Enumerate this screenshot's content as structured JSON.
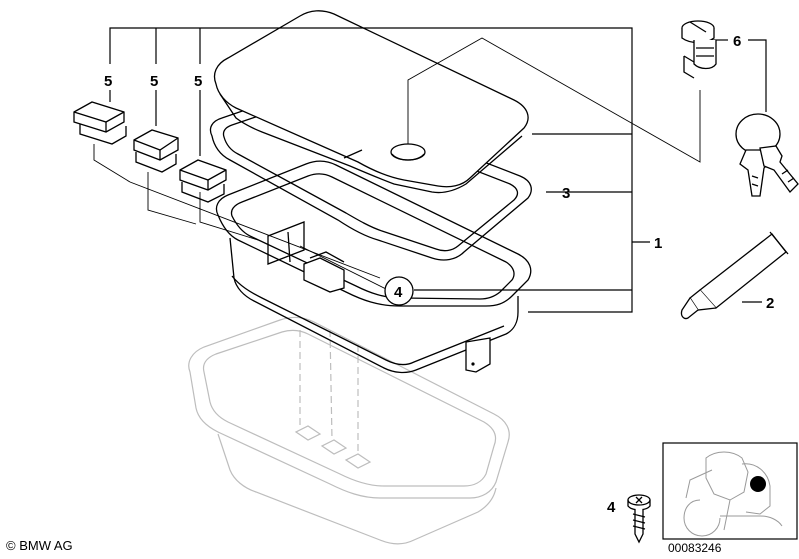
{
  "labels": {
    "part_1": "1",
    "part_2": "2",
    "part_3": "3",
    "part_4": "4",
    "part_4_screw": "4",
    "part_5a": "5",
    "part_5b": "5",
    "part_5c": "5",
    "part_6": "6"
  },
  "footer": {
    "copyright": "© BMW AG",
    "diagram_id": "00083246"
  },
  "colors": {
    "line": "#000000",
    "ghost": "#b5b5b5",
    "highlight_dot": "#000000"
  }
}
